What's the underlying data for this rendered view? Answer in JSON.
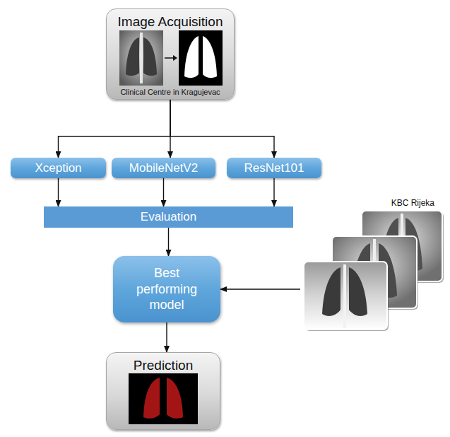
{
  "diagram": {
    "nodes": [
      {
        "text": [
          "Image Acquisition",
          "Clinical Centre in Kragujevac"
        ]
      },
      {
        "text": [
          "Xception"
        ]
      },
      {
        "text": [
          "MobileNetV2"
        ]
      },
      {
        "text": [
          "ResNet101"
        ]
      },
      {
        "text": [
          "KBC Rijeka"
        ]
      },
      {
        "text": [
          "Evaluation"
        ]
      },
      {
        "text": [
          "Best performing model"
        ]
      },
      {
        "text": [
          "Prediction"
        ]
      }
    ],
    "edges": [
      {
        "from": 0,
        "to": 1,
        "arrow": "to"
      },
      {
        "from": 0,
        "to": 2,
        "arrow": "to"
      },
      {
        "from": 0,
        "to": 3,
        "arrow": "to"
      },
      {
        "from": 1,
        "to": 5,
        "arrow": "to"
      },
      {
        "from": 2,
        "to": 5,
        "arrow": "to"
      },
      {
        "from": 3,
        "to": 5,
        "arrow": "to"
      },
      {
        "from": 5,
        "to": 6,
        "arrow": "to"
      },
      {
        "from": 4,
        "to": 6,
        "arrow": "to"
      },
      {
        "from": 6,
        "to": 7,
        "arrow": "to"
      }
    ]
  }
}
